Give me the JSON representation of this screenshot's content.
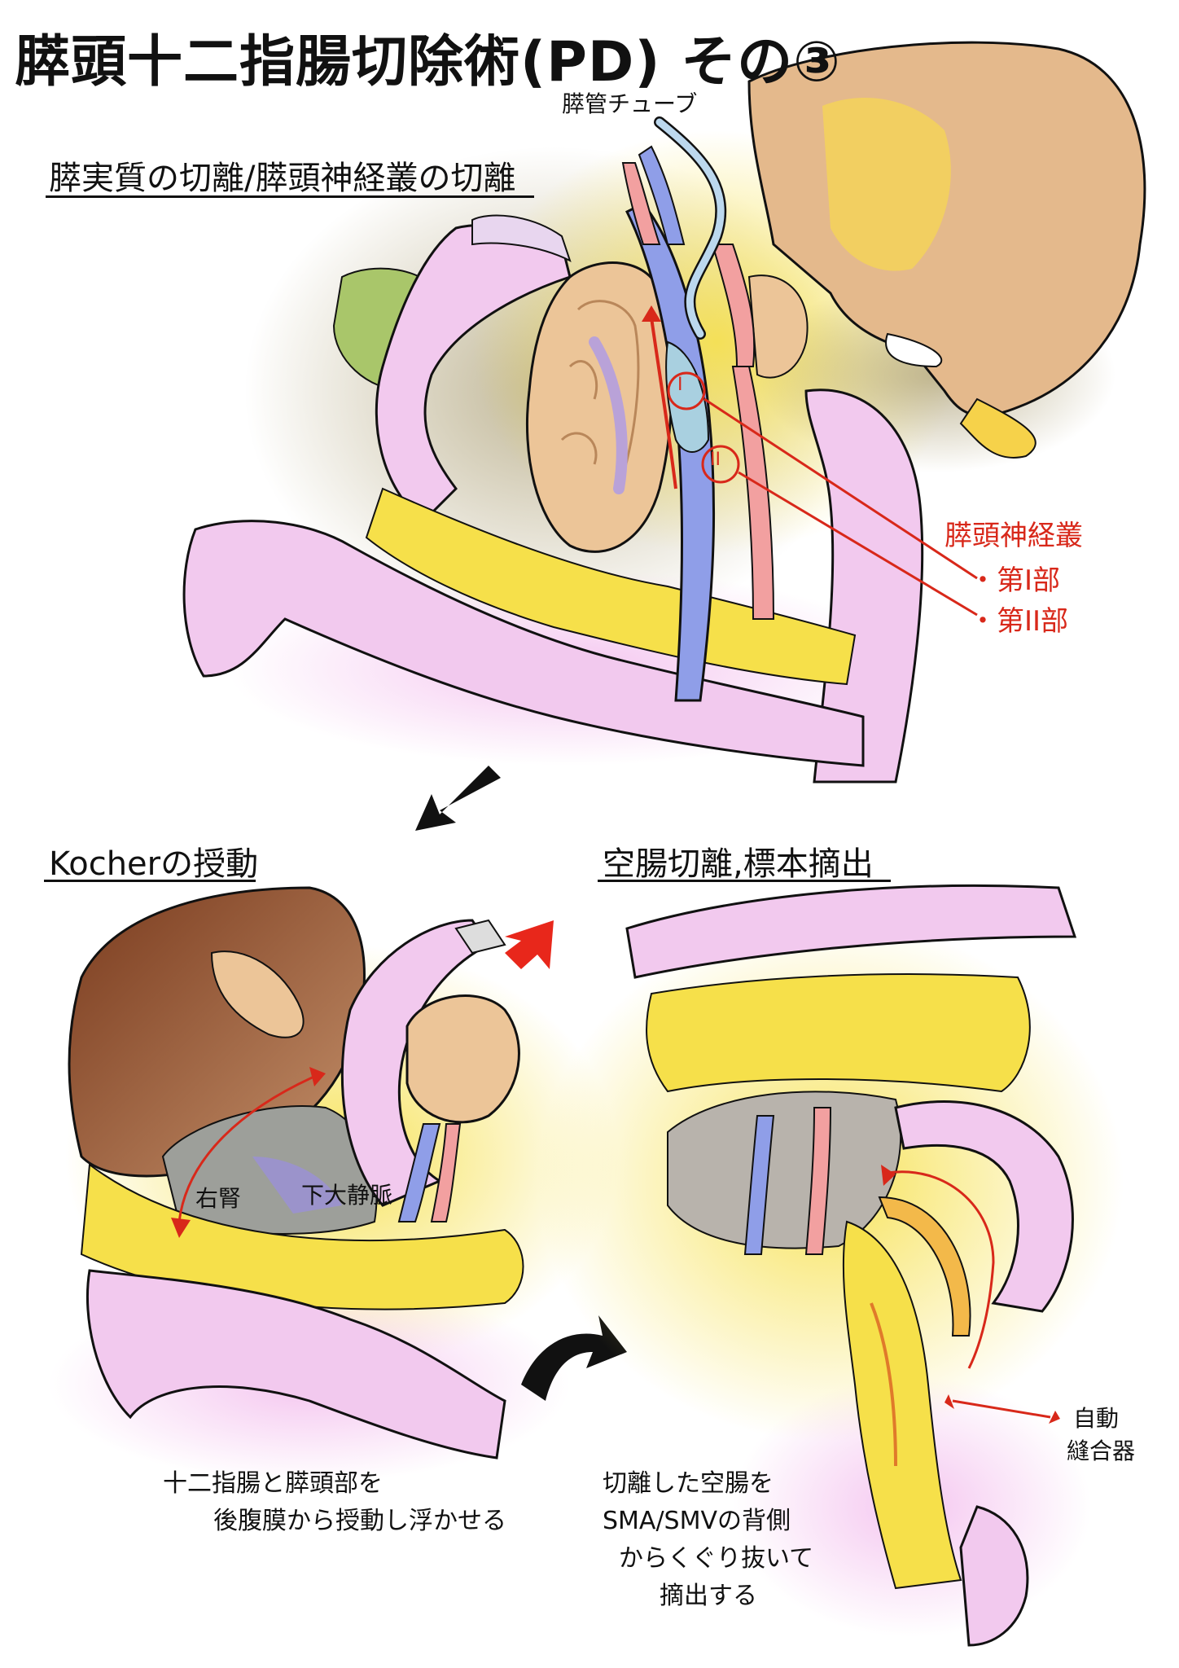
{
  "title": "膵頭十二指腸切除術(PD) その③",
  "top_panel": {
    "heading": "膵実質の切離/膵頭神経叢の切離",
    "tube_label": "膵管チューブ",
    "marker_1": "I",
    "marker_2": "II",
    "plexus_label": "膵頭神経叢",
    "plexus_part_1": "・第I部",
    "plexus_part_2": "・第II部"
  },
  "left_panel": {
    "heading": "Kocherの授動",
    "label_kidney": "右腎",
    "label_ivc": "下大静脈",
    "caption_line1": "十二指腸と膵頭部を",
    "caption_line2": "後腹膜から授動し浮かせる"
  },
  "right_panel": {
    "heading": "空腸切離,標本摘出",
    "label_stapler_1": "自動",
    "label_stapler_2": "縫合器",
    "caption_line1": "切離した空腸を",
    "caption_line2": "SMA/SMVの背側",
    "caption_line3": "からくぐり抜いて",
    "caption_line4": "摘出する"
  },
  "colors": {
    "ink": "#111111",
    "annotation_red": "#d8281a",
    "intestine_pink": "#f2c9ee",
    "fat_yellow": "#f6e04a",
    "pancreas_tan": "#ecc598",
    "vein_blue": "#8f9ee8",
    "artery_pink": "#f2a0a0",
    "liver_brown": "#8b4a2b",
    "stomach_tan": "#e4b98c"
  },
  "icons": [
    "arrow-down-left-icon",
    "arrow-up-right-red-icon",
    "arrow-curved-right-icon"
  ]
}
